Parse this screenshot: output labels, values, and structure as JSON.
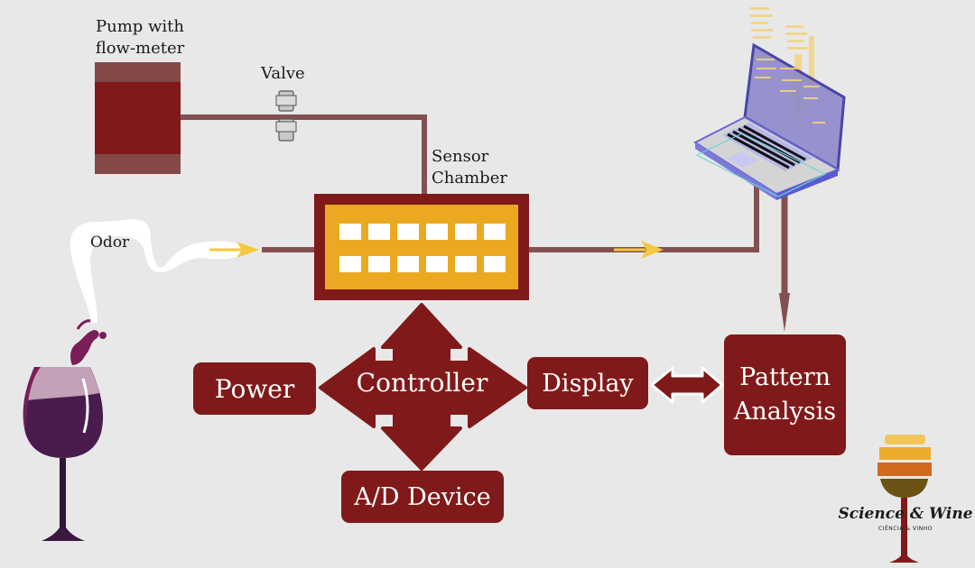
{
  "diagram": {
    "title": "Electronic nose system block diagram",
    "labels": {
      "pump": "Pump with flow-meter",
      "pump_line1": "Pump with",
      "pump_line2": "flow-meter",
      "valve": "Valve",
      "sensor_line1": "Sensor",
      "sensor_line2": "Chamber",
      "odor": "Odor"
    },
    "blocks": {
      "power": "Power",
      "controller": "Controller",
      "display": "Display",
      "pattern_line1": "Pattern",
      "pattern_line2": "Analysis",
      "ad_device": "A/D Device"
    },
    "sensor_array": {
      "rows": 2,
      "cols": 6
    },
    "connections": [
      {
        "from": "pump",
        "to": "sensor-chamber",
        "via": "valve"
      },
      {
        "from": "odor",
        "to": "sensor-chamber",
        "arrow": "yellow"
      },
      {
        "from": "sensor-chamber",
        "to": "laptop",
        "arrow": "yellow"
      },
      {
        "from": "laptop",
        "to": "pattern-analysis"
      },
      {
        "from": "controller",
        "to": "sensor-chamber",
        "bidirectional": true
      },
      {
        "from": "controller",
        "to": "power",
        "bidirectional": true
      },
      {
        "from": "controller",
        "to": "display",
        "bidirectional": true
      },
      {
        "from": "controller",
        "to": "ad-device",
        "bidirectional": true
      },
      {
        "from": "display",
        "to": "pattern-analysis",
        "bidirectional": true
      }
    ],
    "logo": {
      "main": "Science & Wine",
      "sub": "CIÊNCIA & VINHO"
    },
    "colors": {
      "background": "#e8e8e8",
      "block": "#801a1a",
      "pipe": "#825050",
      "sensor_fill": "#eba922",
      "arrow": "#f5c842",
      "laptop_accent": "#5a5ad0"
    }
  }
}
